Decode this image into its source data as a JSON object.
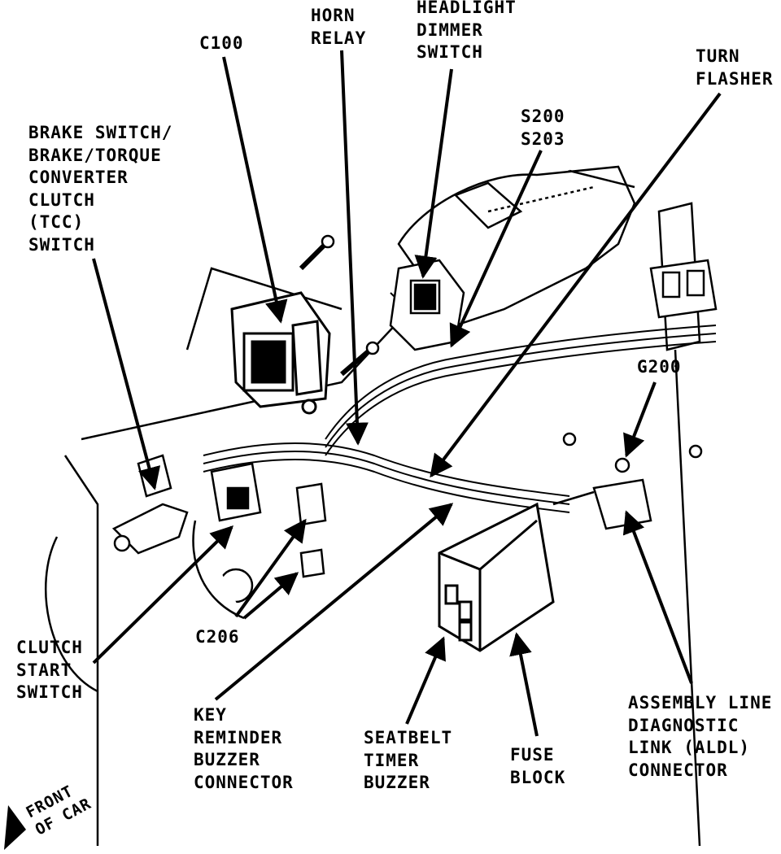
{
  "labels": {
    "c100": [
      "C100"
    ],
    "horn_relay": [
      "HORN",
      "RELAY"
    ],
    "headlight_dimmer": [
      "HEADLIGHT",
      "DIMMER",
      "SWITCH"
    ],
    "turn_flasher": [
      "TURN",
      "FLASHER"
    ],
    "s200": [
      "S200",
      "S203"
    ],
    "brake_switch": [
      "BRAKE SWITCH/",
      "BRAKE/TORQUE",
      "CONVERTER",
      "CLUTCH",
      "(TCC)",
      "SWITCH"
    ],
    "g200": [
      "G200"
    ],
    "clutch_start": [
      "CLUTCH",
      "START",
      "SWITCH"
    ],
    "c206": [
      "C206"
    ],
    "key_reminder": [
      "KEY",
      "REMINDER",
      "BUZZER",
      "CONNECTOR"
    ],
    "seatbelt_timer": [
      "SEATBELT",
      "TIMER",
      "BUZZER"
    ],
    "fuse_block": [
      "FUSE",
      "BLOCK"
    ],
    "aldl": [
      "ASSEMBLY LINE",
      "DIAGNOSTIC",
      "LINK (ALDL)",
      "CONNECTOR"
    ],
    "front_of_car": [
      "FRONT",
      "OF CAR"
    ]
  },
  "colors": {
    "ink": "#000000",
    "paper": "#ffffff"
  }
}
